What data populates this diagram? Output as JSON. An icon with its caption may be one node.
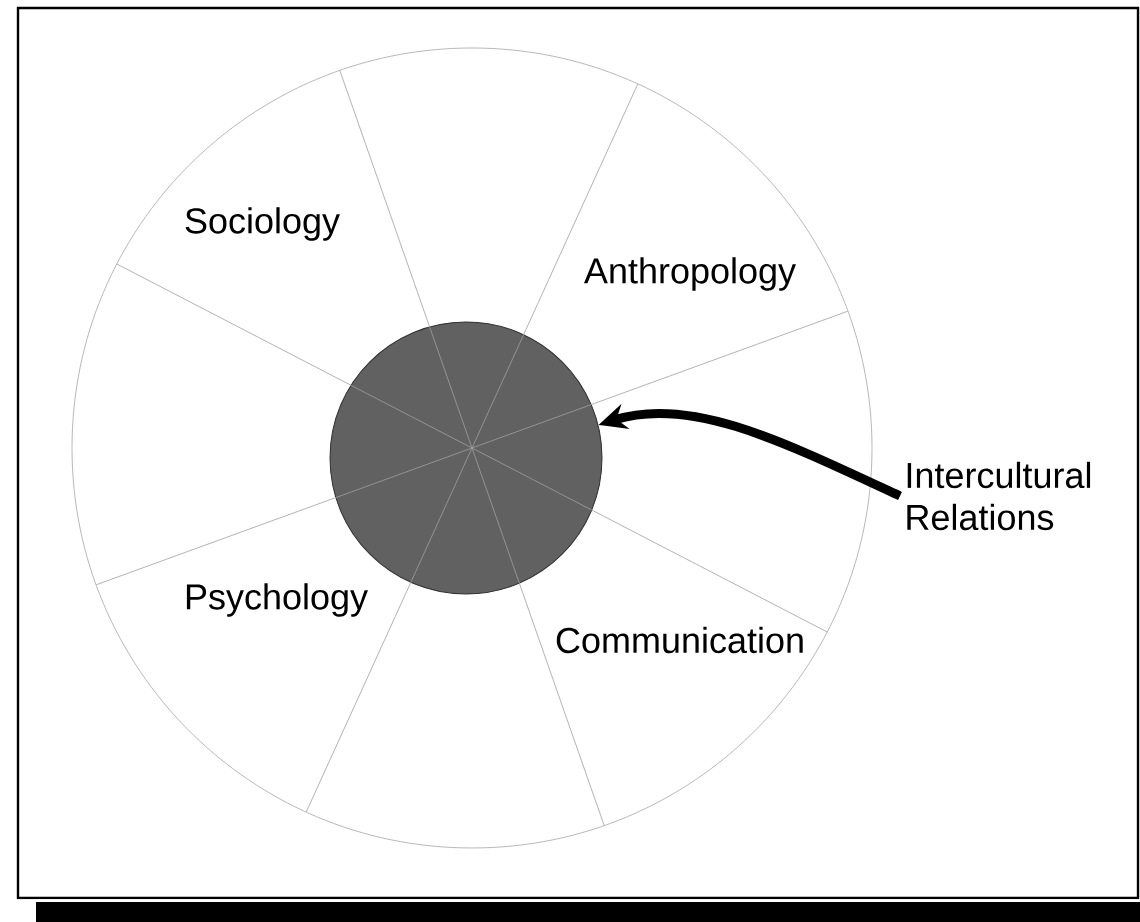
{
  "diagram": {
    "nodes": [
      {
        "text": [],
        "shape": "circle"
      },
      {
        "text": [
          "Intercultural Relations"
        ]
      }
    ],
    "edges": [
      {
        "from": 1,
        "to": 0,
        "arrow": "to"
      }
    ],
    "labels": [
      "Sociology",
      "Anthropology",
      "Psychology",
      "Communication"
    ]
  }
}
